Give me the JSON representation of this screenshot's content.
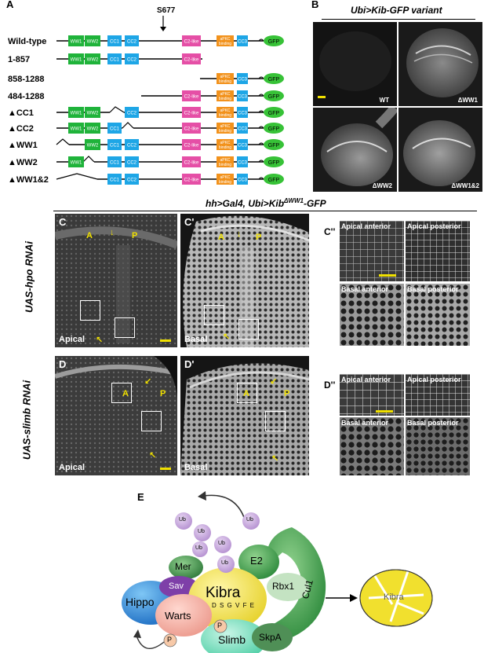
{
  "panelA": {
    "letter": "A",
    "site_label": "S677",
    "constructs": [
      {
        "name": "Wild-type"
      },
      {
        "name": "1-857"
      },
      {
        "name": "858-1288"
      },
      {
        "name": "484-1288"
      },
      {
        "name": "▲CC1"
      },
      {
        "name": "▲CC2"
      },
      {
        "name": "▲WW1"
      },
      {
        "name": "▲WW2"
      },
      {
        "name": "▲WW1&2"
      }
    ],
    "domains": {
      "ww1": "WW1",
      "ww2": "WW2",
      "cc1": "CC1",
      "cc2": "CC2",
      "cc3": "CC3",
      "c2": "C2-like",
      "apkc": "aPKC binding",
      "gfp": "GFP"
    },
    "colors": {
      "ww": "#1fb33a",
      "cc": "#1ea6e6",
      "c2": "#e54fa6",
      "apkc": "#f2921c",
      "gfp": "#37c237"
    }
  },
  "panelB": {
    "letter": "B",
    "title": "Ubi>Kib-GFP variant",
    "tiles": [
      "WT",
      "ΔWW1",
      "ΔWW2",
      "ΔWW1&2"
    ]
  },
  "panelCD": {
    "header": "hh>Gal4, Ubi>Kib",
    "header_sup": "ΔWW1",
    "header_suffix": "-GFP",
    "rowC_label": "UAS-hpo RNAi",
    "rowD_label": "UAS-slimb RNAi",
    "C": "C",
    "C1": "C'",
    "C2": "C''",
    "D": "D",
    "D1": "D'",
    "D2": "D''",
    "apical": "Apical",
    "basal": "Basal",
    "A": "A",
    "P": "P",
    "insets": [
      "Apical anterior",
      "Apical posterior",
      "Basal anterior",
      "Basal posterior"
    ]
  },
  "panelE": {
    "letter": "E",
    "ub": "Ub",
    "mer": "Mer",
    "sav": "Sav",
    "hippo": "Hippo",
    "warts": "Warts",
    "kibra": "Kibra",
    "motif": "D S G V F E",
    "p": "P",
    "slimb": "Slimb",
    "skpa": "SkpA",
    "e2": "E2",
    "rbx1": "Rbx1",
    "cul1": "Cul1",
    "degraded": "Kibra"
  }
}
